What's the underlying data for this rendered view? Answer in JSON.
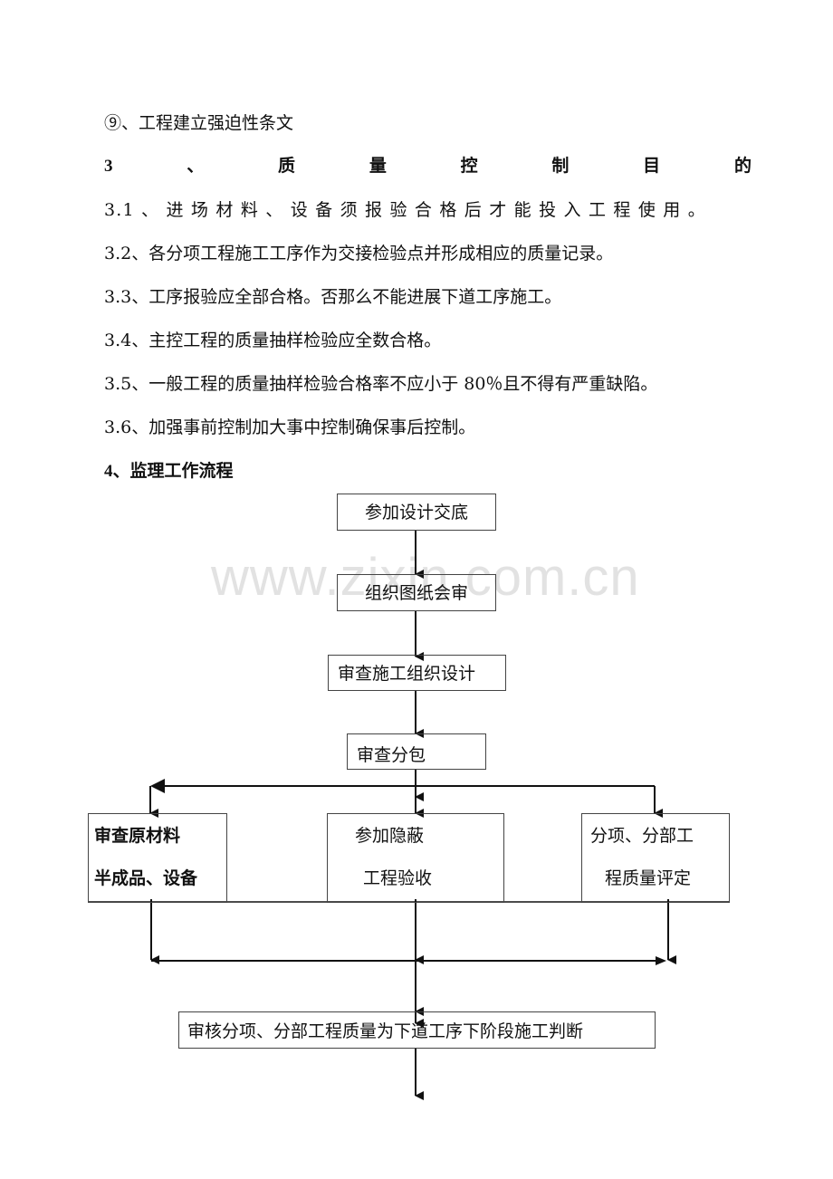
{
  "document": {
    "lines": [
      {
        "text": "⑨、工程建立强迫性条文"
      },
      {
        "heading_chars": [
          "3",
          "、",
          "质",
          "量",
          "控",
          "制",
          "目",
          "的"
        ]
      },
      {
        "text": "3.1 、 进 场 材 料 、 设 备 须 报 验 合 格 后 才 能 投 入 工 程 使 用 。"
      },
      {
        "text": "3.2、各分项工程施工工序作为交接检验点并形成相应的质量记录。"
      },
      {
        "text": "3.3、工序报验应全部合格。否那么不能进展下道工序施工。"
      },
      {
        "text": "3.4、主控工程的质量抽样检验应全数合格。"
      },
      {
        "text": "3.5、一般工程的质量抽样检验合格率不应小于 80％且不得有严重缺陷。"
      },
      {
        "text": "3.6、加强事前控制加大事中控制确保事后控制。"
      },
      {
        "text": "4、监理工作流程"
      }
    ]
  },
  "watermark": "www.zixin.com.cn",
  "flowchart": {
    "step1": "参加设计交底",
    "step2": "组织图纸会审",
    "step3": "审查施工组织设计",
    "step4": "审查分包",
    "branch_left": {
      "line1": "审查原材料",
      "line2": "半成品、设备"
    },
    "branch_middle": {
      "line1": "参加隐蔽",
      "line2": "工程验收"
    },
    "branch_right": {
      "line1": "分项、分部工",
      "line2": "程质量评定"
    },
    "final": "审核分项、分部工程质量为下道工序下阶段施工判断"
  }
}
